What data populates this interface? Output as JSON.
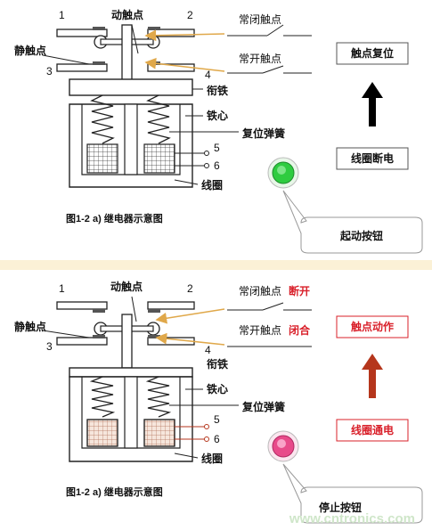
{
  "top_panel": {
    "terminal_1": "1",
    "terminal_2": "2",
    "terminal_3": "3",
    "terminal_4": "4",
    "terminal_5": "5",
    "terminal_6": "6",
    "moving_contact": "动触点",
    "static_contact": "静触点",
    "nc_contact": "常闭触点",
    "no_contact": "常开触点",
    "armature": "衔铁",
    "iron_core": "铁心",
    "return_spring": "复位弹簧",
    "coil": "线圈",
    "caption": "图1-2 a) 继电器示意图",
    "status_box_top": "触点复位",
    "status_box_bottom": "线圈断电",
    "button_label": "起动按钮",
    "button_color": "#2ecc40",
    "arrow_color": "#000000"
  },
  "bottom_panel": {
    "terminal_1": "1",
    "terminal_2": "2",
    "terminal_3": "3",
    "terminal_4": "4",
    "terminal_5": "5",
    "terminal_6": "6",
    "moving_contact": "动触点",
    "static_contact": "静触点",
    "nc_contact": "常闭触点",
    "nc_state": "断开",
    "no_contact": "常开触点",
    "no_state": "闭合",
    "armature": "衔铁",
    "iron_core": "铁心",
    "return_spring": "复位弹簧",
    "coil": "线圈",
    "caption": "图1-2 a) 继电器示意图",
    "status_box_top": "触点动作",
    "status_box_bottom": "线圈通电",
    "button_label": "停止按钮",
    "button_color": "#e84a8a",
    "arrow_color": "#b5361c",
    "watermark": "www.cntronics.com"
  },
  "colors": {
    "pointer_arrow": "#e0a84a",
    "highlight_red": "#d9202a"
  }
}
